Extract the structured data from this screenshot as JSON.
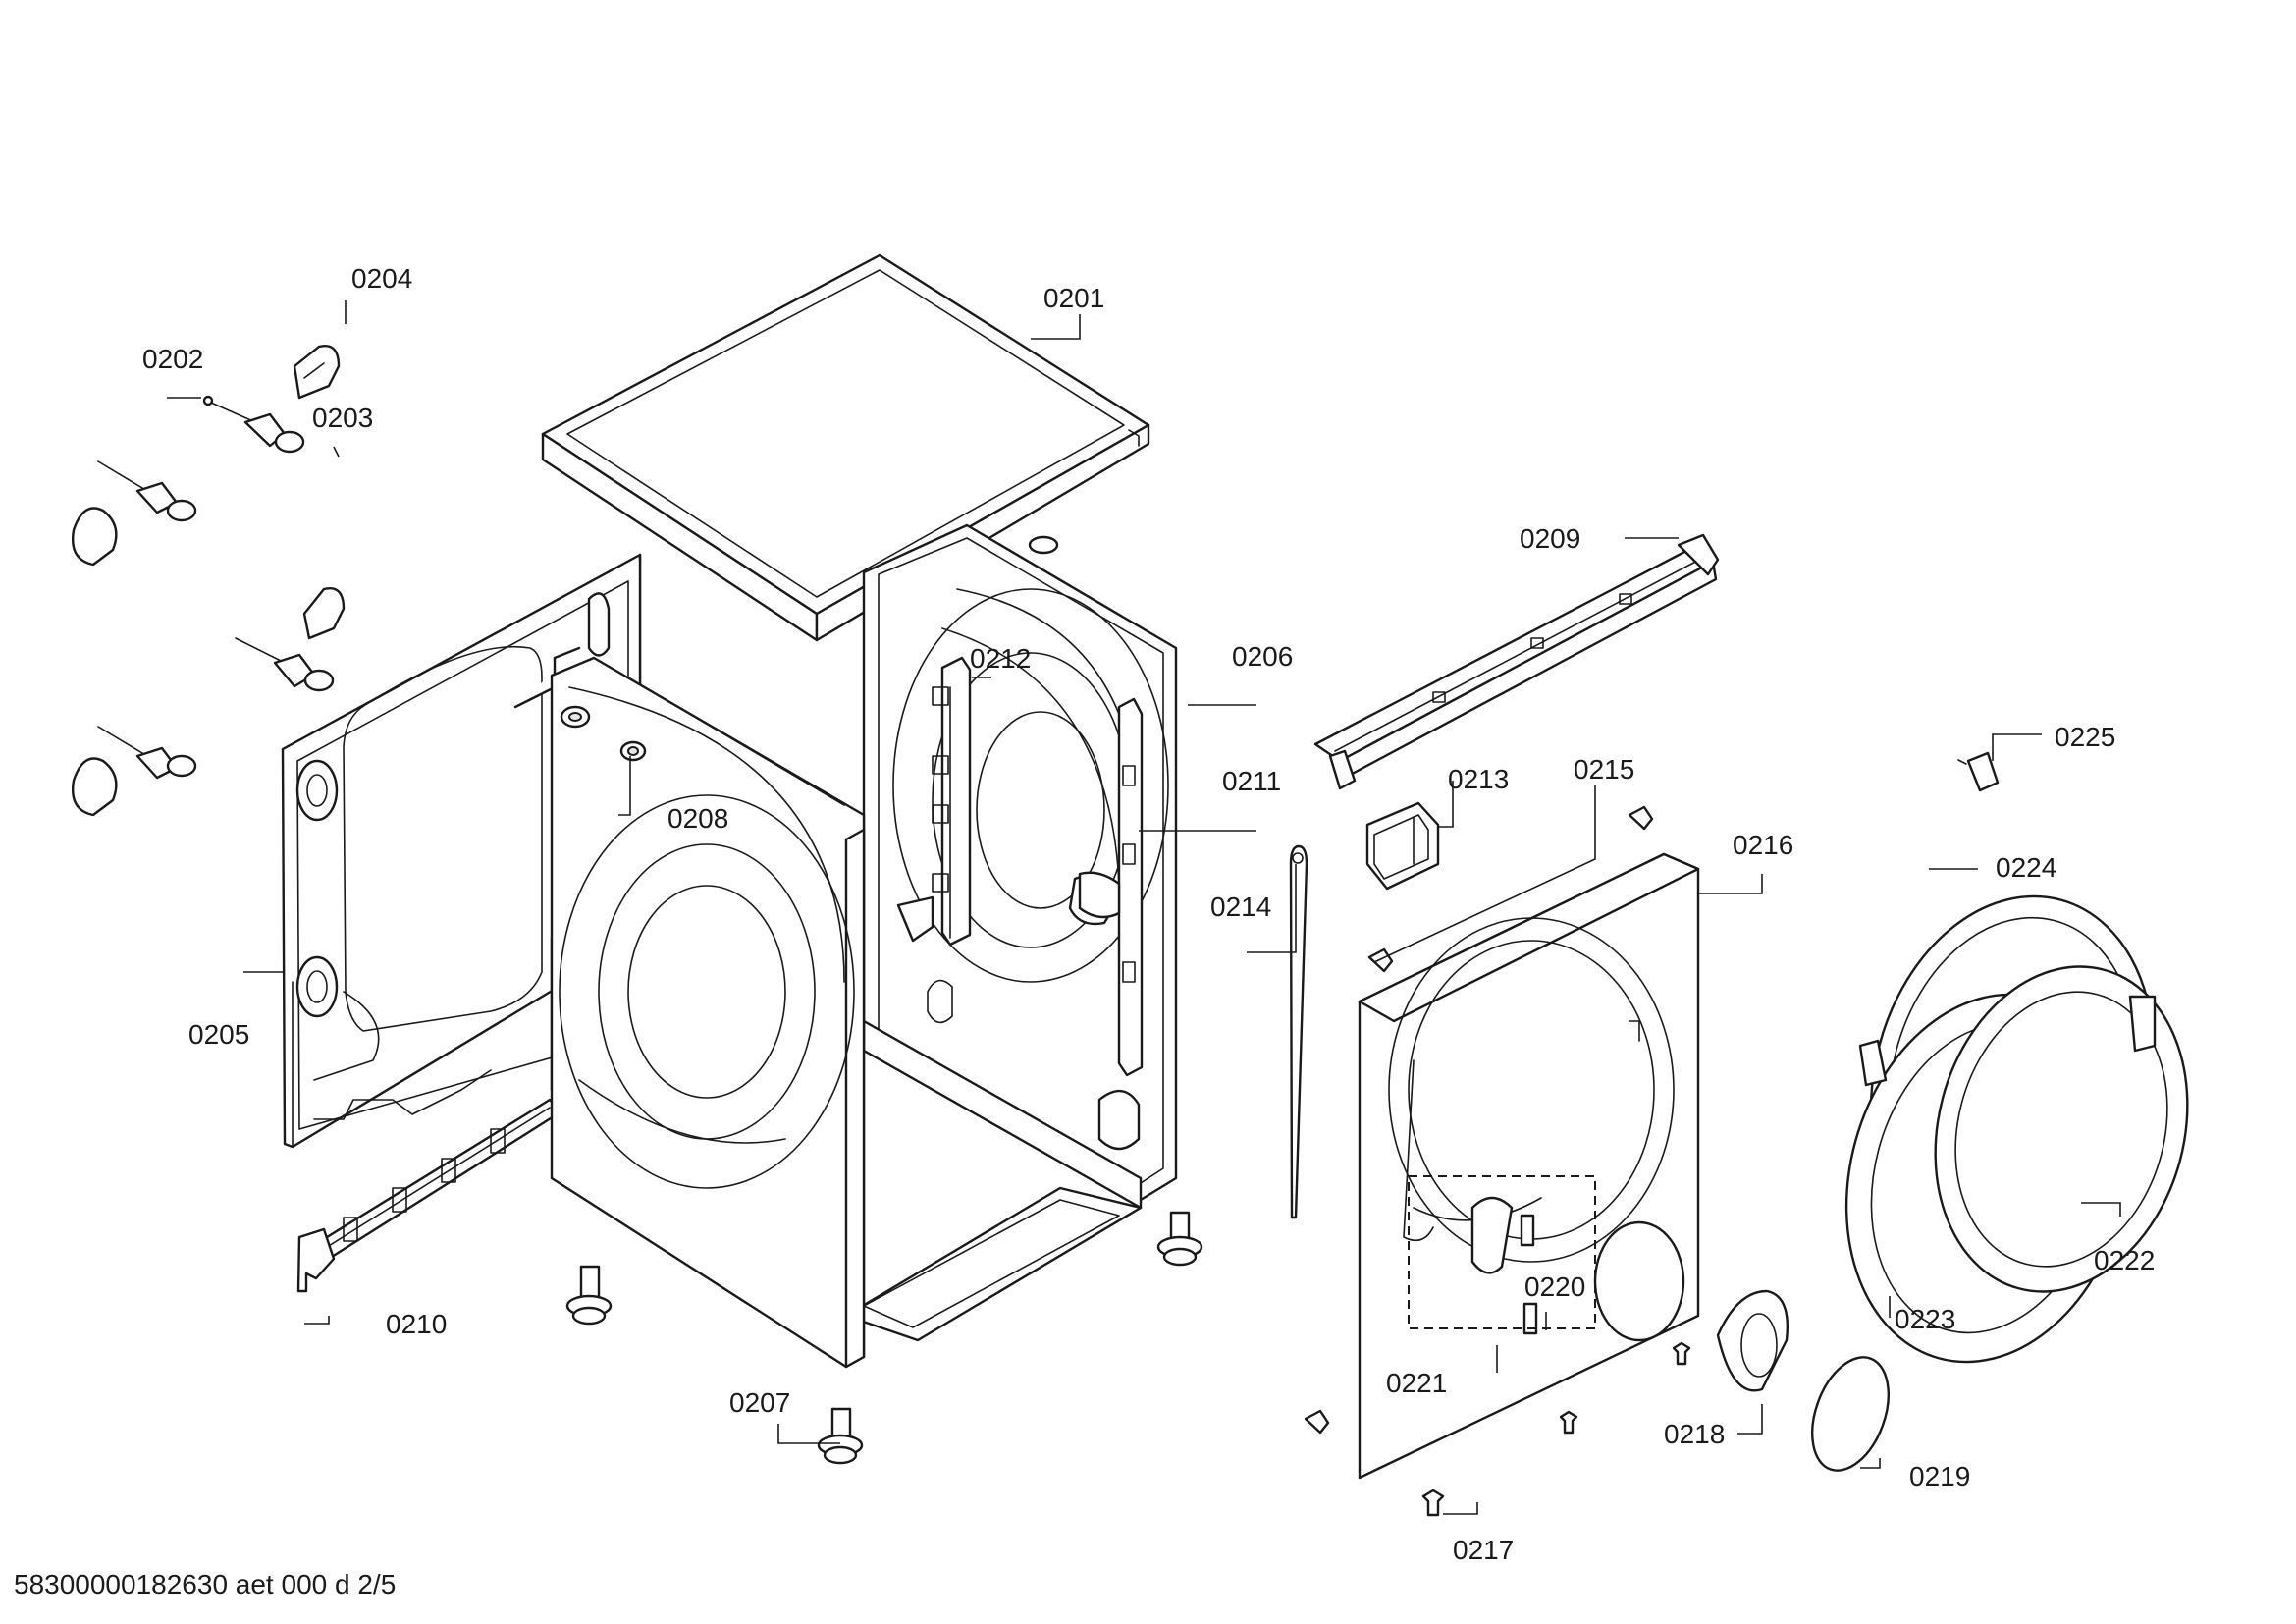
{
  "diagram": {
    "callouts": {
      "p0201": "0201",
      "p0202": "0202",
      "p0203": "0203",
      "p0204": "0204",
      "p0205": "0205",
      "p0206": "0206",
      "p0207": "0207",
      "p0208": "0208",
      "p0209": "0209",
      "p0210": "0210",
      "p0211": "0211",
      "p0212": "0212",
      "p0213": "0213",
      "p0214": "0214",
      "p0215": "0215",
      "p0216": "0216",
      "p0217": "0217",
      "p0218": "0218",
      "p0219": "0219",
      "p0220": "0220",
      "p0221": "0221",
      "p0222": "0222",
      "p0223": "0223",
      "p0224": "0224",
      "p0225": "0225"
    },
    "document_id": "58300000182630 aet 000 d 2/5"
  }
}
